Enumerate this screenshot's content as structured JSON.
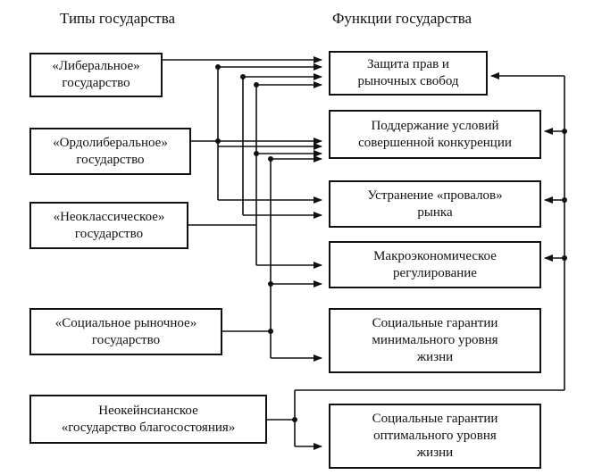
{
  "headings": {
    "types": "Типы государства",
    "functions": "Функции государства"
  },
  "types": [
    {
      "id": "liberal",
      "label": "«Либеральное»\nгосударство"
    },
    {
      "id": "ordo",
      "label": "«Ордолиберальное»\nгосударство"
    },
    {
      "id": "neoclassic",
      "label": "«Неоклассическое»\nгосударство"
    },
    {
      "id": "social",
      "label": "«Социальное рыночное»\nгосударство"
    },
    {
      "id": "keynes",
      "label": "Неокейнсианское\n«государство благосостояния»"
    }
  ],
  "functions": [
    {
      "id": "rights",
      "label": "Защита прав и\nрыночных свобод"
    },
    {
      "id": "competition",
      "label": "Поддержание условий\nсовершенной конкуренции"
    },
    {
      "id": "failures",
      "label": "Устранение «провалов»\nрынка"
    },
    {
      "id": "macro",
      "label": "Макроэкономическое\nрегулирование"
    },
    {
      "id": "minimal",
      "label": "Социальные гарантии\nминимального уровня\nжизни"
    },
    {
      "id": "optimal",
      "label": "Социальные гарантии\nоптимального уровня\nжизни"
    }
  ]
}
